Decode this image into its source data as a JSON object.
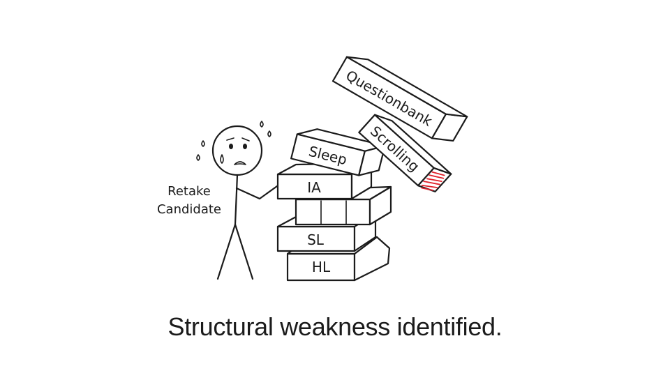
{
  "person": {
    "label_line1": "Retake",
    "label_line2": "Candidate"
  },
  "blocks": {
    "hl": "HL",
    "sl": "SL",
    "ia": "IA",
    "sleep": "Sleep",
    "scrolling": "Scrolling",
    "questionbank": "Questionbank"
  },
  "caption": "Structural weakness identified.",
  "colors": {
    "ink": "#1b1b1b",
    "accent": "#e0212b",
    "background": "#ffffff"
  }
}
